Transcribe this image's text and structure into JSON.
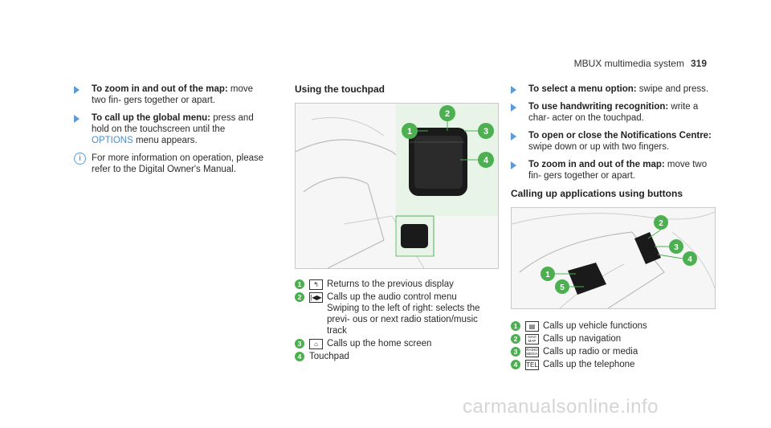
{
  "header": {
    "section": "MBUX multimedia system",
    "page": "319"
  },
  "col1": {
    "steps": [
      {
        "lead": "To zoom in and out of the map:",
        "text": " move two fin‑ gers together or apart."
      },
      {
        "lead": "To call up the global menu:",
        "text_before": " press and hold on the touchscreen until the ",
        "highlight": "OPTIONS",
        "text_after": " menu appears."
      }
    ],
    "note": "For more information on operation, please refer to the Digital Owner's Manual."
  },
  "col2": {
    "heading": "Using the touchpad",
    "legend": [
      {
        "num": "1",
        "key": "↰",
        "text": "Returns to the previous display"
      },
      {
        "num": "2",
        "key": "|◀▶",
        "text": "Calls up the audio control menu",
        "cont": "Swiping to the left of right: selects the previ‑ ous or next radio station/music track"
      },
      {
        "num": "3",
        "key": "⌂",
        "text": "Calls up the home screen"
      },
      {
        "num": "4",
        "key": "",
        "text": "Touchpad"
      }
    ]
  },
  "col3": {
    "steps": [
      {
        "lead": "To select a menu option:",
        "text": " swipe and press."
      },
      {
        "lead": "To use handwriting recognition:",
        "text": " write a char‑ acter on the touchpad."
      },
      {
        "lead": "To open or close the Notifications Centre:",
        "text": " swipe down or up with two fingers."
      },
      {
        "lead": "To zoom in and out of the map:",
        "text": " move two fin‑ gers together or apart."
      }
    ],
    "heading": "Calling up applications using buttons",
    "legend": [
      {
        "num": "1",
        "key": "▤",
        "text": "Calls up vehicle functions"
      },
      {
        "num": "2",
        "key": "NAVI MAP",
        "text": "Calls up navigation"
      },
      {
        "num": "3",
        "key": "RADIO MEDIA",
        "text": "Calls up radio or media"
      },
      {
        "num": "4",
        "key": "TEL",
        "text": "Calls up the telephone"
      }
    ]
  },
  "watermark": "carmanualsonline.info",
  "colors": {
    "accent_blue": "#5c9bd6",
    "callout_green": "#4caf50",
    "panel_green": "#e8f4e8"
  }
}
